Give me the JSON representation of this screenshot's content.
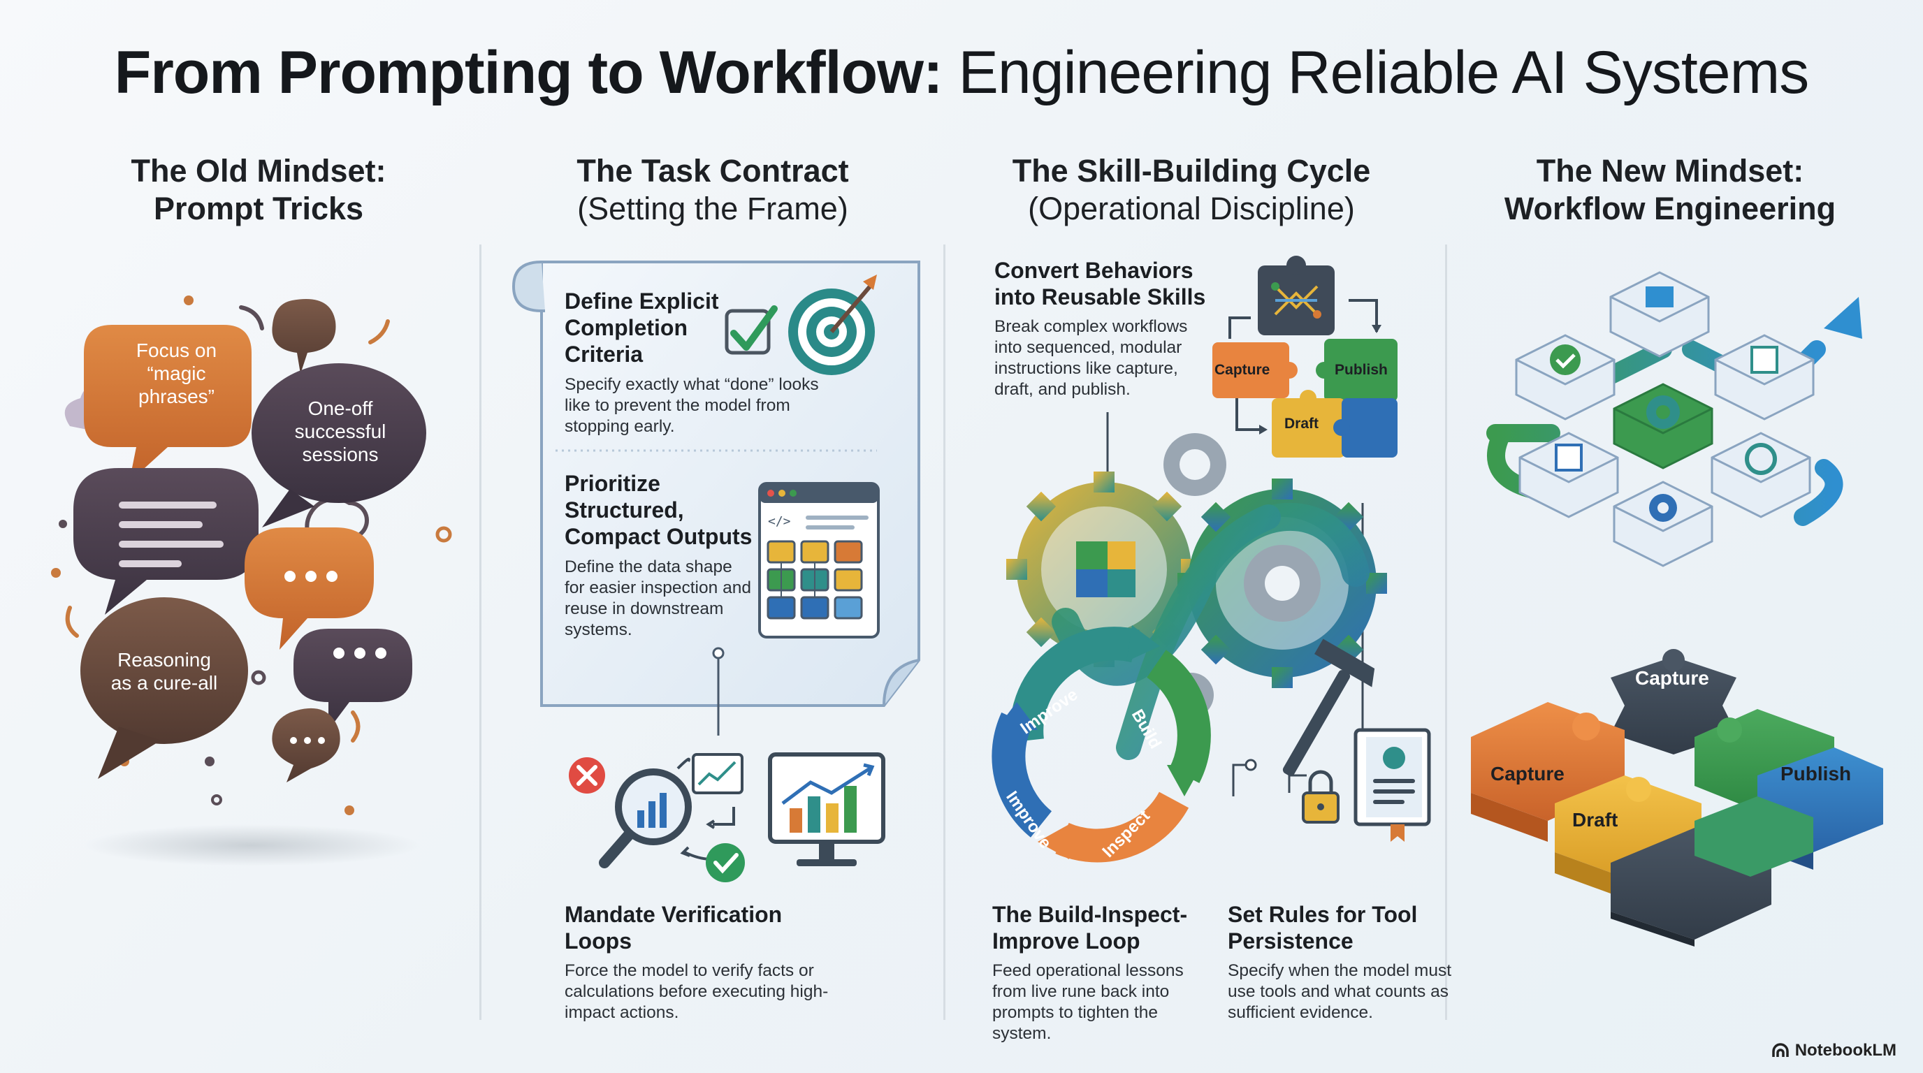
{
  "title": {
    "bold": "From Prompting to Workflow:",
    "light": "Engineering Reliable AI Systems"
  },
  "columns": [
    {
      "title_1": "The Old Mindset:",
      "title_2": "Prompt Tricks"
    },
    {
      "title_1": "The Task Contract",
      "title_2": "(Setting the Frame)"
    },
    {
      "title_1": "The Skill-Building Cycle",
      "title_2": "(Operational Discipline)"
    },
    {
      "title_1": "The New Mindset:",
      "title_2": "Workflow Engineering"
    }
  ],
  "old_mindset": {
    "bubbles": [
      {
        "text": "Focus on “magic phrases”"
      },
      {
        "text": "One-off successful sessions"
      },
      {
        "text": "Reasoning as a cure-all"
      }
    ]
  },
  "task_contract": {
    "completion": {
      "heading": "Define Explicit Completion Criteria",
      "body": "Specify exactly what “done” looks like to prevent the model from stopping early."
    },
    "structured": {
      "heading": "Prioritize Structured, Compact Outputs",
      "body": "Define the data shape for easier inspection and reuse in downstream systems."
    },
    "verification": {
      "heading": "Mandate Verification Loops",
      "body": "Force the model to verify facts or calculations before executing high-impact actions."
    }
  },
  "skill_cycle": {
    "convert": {
      "heading": "Convert Behaviors into Reusable Skills",
      "body": "Break complex workflows into sequenced, modular instructions like capture, draft, and publish."
    },
    "puzzle_labels": {
      "capture": "Capture",
      "publish": "Publish",
      "draft": "Draft"
    },
    "loop_labels": {
      "improve_top": "Improve",
      "build": "Build",
      "inspect": "Inspect",
      "improve_left": "Improve"
    },
    "loop": {
      "heading": "The Build-Inspect-Improve Loop",
      "body": "Feed operational lessons from live rune back into prompts to tighten the system."
    },
    "rules": {
      "heading": "Set Rules for Tool Persistence",
      "body": "Specify when the model must use tools and what counts as sufficient evidence."
    }
  },
  "new_mindset": {
    "puzzle_labels": {
      "capture_top": "Capture",
      "capture_left": "Capture",
      "publish": "Publish",
      "draft": "Draft"
    }
  },
  "brand": "NotebookLM",
  "colors": {
    "orange": "#d77a36",
    "dark_purple": "#4a3f4c",
    "brown": "#6b4b3d",
    "teal": "#2f8f8a",
    "green": "#3c9a4f",
    "blue": "#2f6fb5",
    "yellow": "#e7b53a"
  }
}
